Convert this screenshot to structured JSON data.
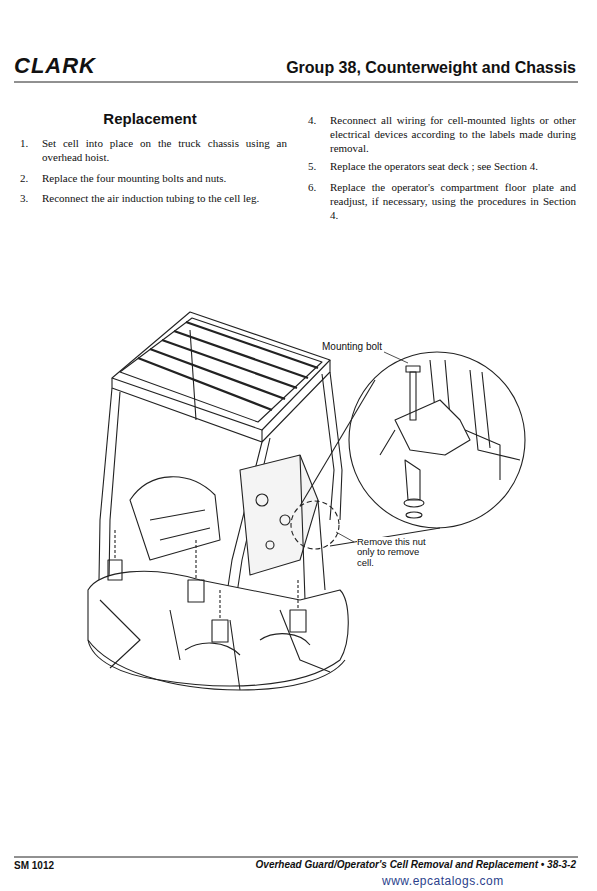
{
  "diagram": {
    "title": "Group 38, Counterweight and Chassis",
    "labels": [
      "CLARK",
      "Replacement",
      "1.",
      "Set cell into place on the truck chassis using an overhead hoist.",
      "2.",
      "Replace the four mounting bolts and nuts.",
      "3.",
      "Reconnect the air induction tubing to the cell leg.",
      "4.",
      "Reconnect all wiring for cell-mounted lights or other electrical devices according to the labels made during removal.",
      "5.",
      "Replace the operators seat deck ; see Section 4.",
      "6.",
      "Replace the operator's compartment floor plate and readjust, if necessary, using the procedures in Section 4.",
      "Mounting bolt",
      "Remove this nut only to remove cell.",
      "SM 1012",
      "Overhead Guard/Operator's Cell Removal and Replacement • 38-3-2",
      "www.epcatalogs.com"
    ]
  }
}
